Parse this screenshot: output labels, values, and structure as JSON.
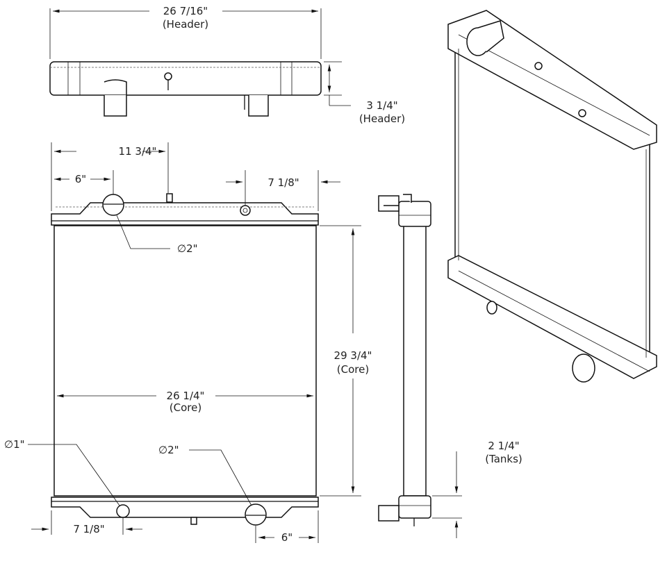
{
  "header_view": {
    "width_label": "26 7/16\"",
    "width_sub": "(Header)",
    "height_label": "3 1/4\"",
    "height_sub": "(Header)"
  },
  "front_view": {
    "inlet_offset": "11 3/4\"",
    "left_offset": "6\"",
    "right_offset_top": "7 1/8\"",
    "top_port_dia": "∅2\"",
    "core_height": "29 3/4\"",
    "core_height_sub": "(Core)",
    "core_width": "26 1/4\"",
    "core_width_sub": "(Core)",
    "drain_dia": "∅1\"",
    "bottom_port_dia": "∅2\"",
    "left_offset_bottom": "7 1/8\"",
    "right_offset_bottom": "6\""
  },
  "side_view": {
    "tank_depth": "2 1/4\"",
    "tank_sub": "(Tanks)"
  }
}
